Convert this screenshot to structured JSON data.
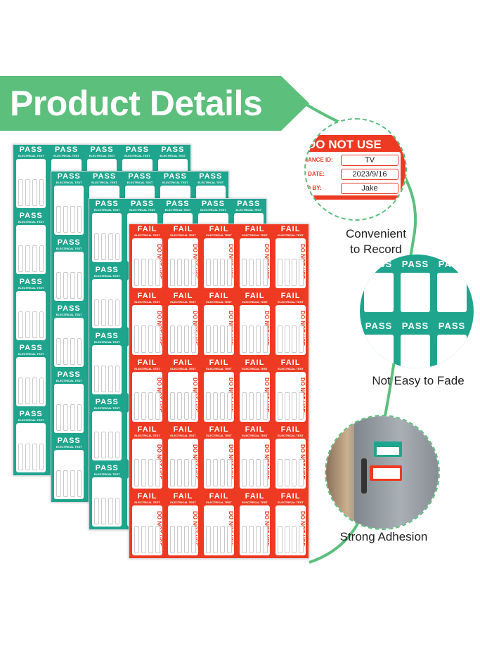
{
  "banner": {
    "title": "Product Details"
  },
  "sheets": {
    "pass_label": "PASS",
    "fail_label": "FAIL",
    "sub_label": "ELECTRICAL TEST",
    "do_not_use": "DO NOT USE"
  },
  "closeup": {
    "heading": "DO NOT USE",
    "rows": [
      {
        "label": "LIANCE ID:",
        "value": "TV"
      },
      {
        "label": "T DATE:",
        "value": "2023/9/16"
      },
      {
        "label": "ED BY:",
        "value": "Jake"
      }
    ]
  },
  "features": [
    {
      "line1": "Convenient",
      "line2": "to Record"
    },
    {
      "line1": "Not Easy to Fade",
      "line2": ""
    },
    {
      "line1": "Strong Adhesion",
      "line2": ""
    }
  ],
  "colors": {
    "green": "#5cbf7c",
    "teal": "#1fa58d",
    "red": "#ee3a22",
    "connector": "#5cbf7c"
  }
}
